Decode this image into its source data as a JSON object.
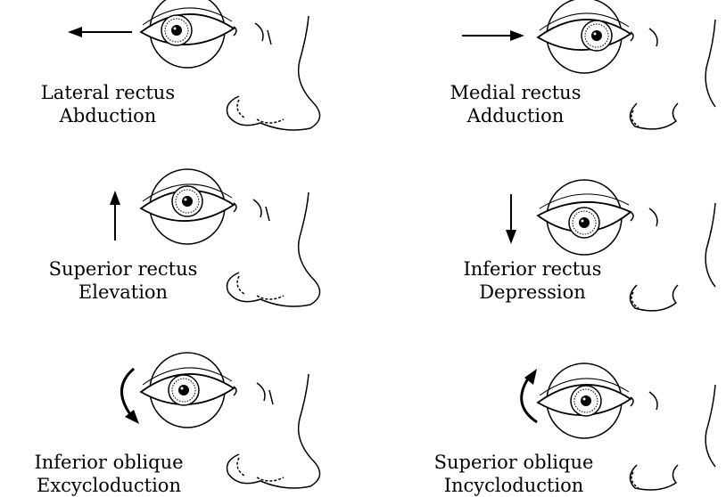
{
  "panels": [
    {
      "muscle": "Lateral rectus",
      "action": "Abduction",
      "arrow": "arrow-left",
      "gaze": "left"
    },
    {
      "muscle": "Medial rectus",
      "action": "Adduction",
      "arrow": "arrow-right",
      "gaze": "right"
    },
    {
      "muscle": "Superior rectus",
      "action": "Elevation",
      "arrow": "arrow-up",
      "gaze": "up"
    },
    {
      "muscle": "Inferior rectus",
      "action": "Depression",
      "arrow": "arrow-down",
      "gaze": "down"
    },
    {
      "muscle": "Inferior oblique",
      "action": "Excycloduction",
      "arrow": "curved-arrow-down",
      "gaze": "center"
    },
    {
      "muscle": "Superior oblique",
      "action": "Incycloduction",
      "arrow": "curved-arrow-up",
      "gaze": "center"
    }
  ]
}
